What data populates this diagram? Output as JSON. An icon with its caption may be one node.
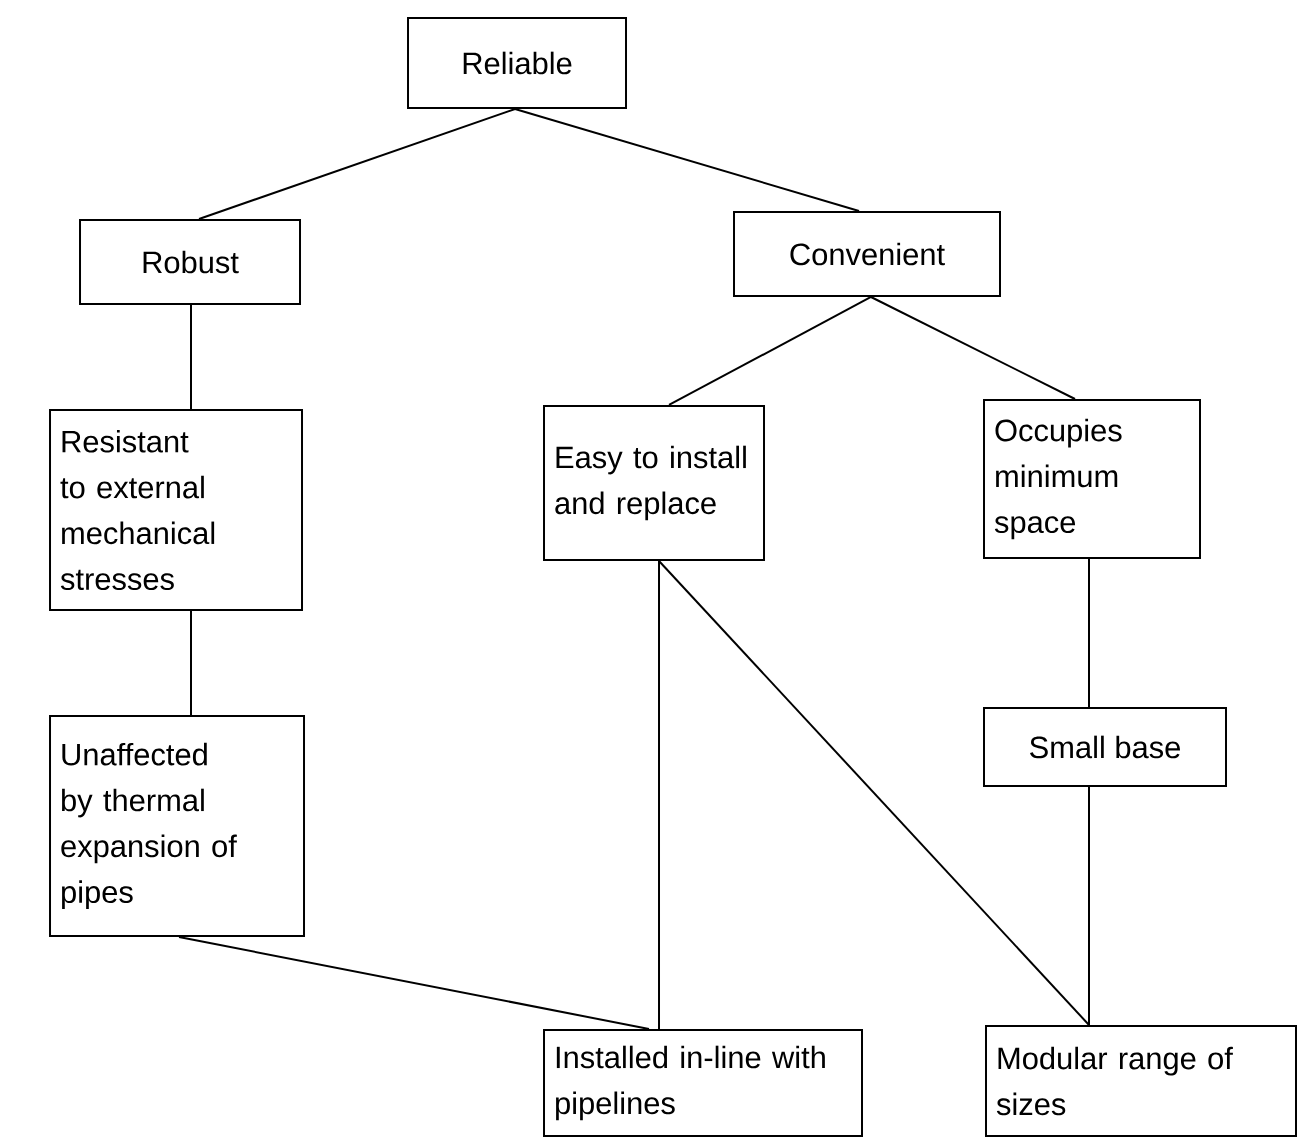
{
  "diagram": {
    "nodes": [
      {
        "text": [
          "Reliable"
        ]
      },
      {
        "text": [
          "Robust"
        ]
      },
      {
        "text": [
          "Convenient"
        ]
      },
      {
        "text": [
          "Resistant to external mechanical stresses"
        ]
      },
      {
        "text": [
          "Easy to install and replace"
        ]
      },
      {
        "text": [
          "Occupies minimum space"
        ]
      },
      {
        "text": [
          "Unaffected by thermal expansion of pipes"
        ]
      },
      {
        "text": [
          "Small base"
        ]
      },
      {
        "text": [
          "Installed in-line with pipelines"
        ]
      },
      {
        "text": [
          "Modular range of sizes"
        ]
      }
    ],
    "edges": [
      {
        "from": 0,
        "to": 1,
        "arrow": "none"
      },
      {
        "from": 0,
        "to": 2,
        "arrow": "none"
      },
      {
        "from": 1,
        "to": 3,
        "arrow": "none"
      },
      {
        "from": 2,
        "to": 4,
        "arrow": "none"
      },
      {
        "from": 2,
        "to": 5,
        "arrow": "none"
      },
      {
        "from": 3,
        "to": 6,
        "arrow": "none"
      },
      {
        "from": 5,
        "to": 7,
        "arrow": "none"
      },
      {
        "from": 7,
        "to": 9,
        "arrow": "none"
      },
      {
        "from": 4,
        "to": 8,
        "arrow": "none"
      },
      {
        "from": 4,
        "to": 9,
        "arrow": "none"
      },
      {
        "from": 6,
        "to": 8,
        "arrow": "none"
      }
    ]
  }
}
